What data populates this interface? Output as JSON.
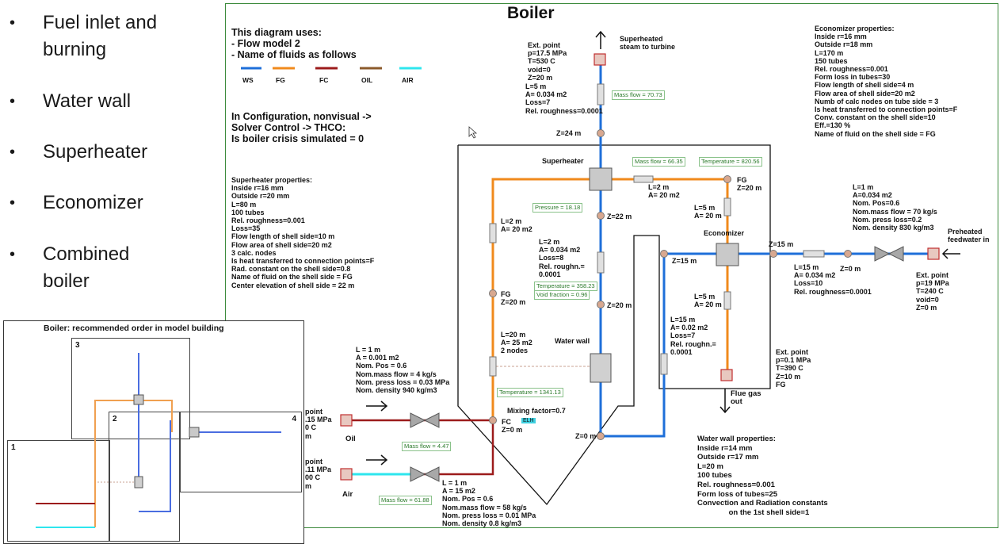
{
  "bullets": [
    "Fuel inlet and\nburning",
    "Water wall",
    "Superheater",
    "Economizer",
    "Combined\nboiler"
  ],
  "title": "Boiler",
  "usage_note": "This diagram uses:\n- Flow model 2\n- Name of fluids as follows",
  "legend": [
    {
      "label": "WS",
      "color": "#1e6fd9"
    },
    {
      "label": "FG",
      "color": "#f08a1c"
    },
    {
      "label": "FC",
      "color": "#9c1b1b"
    },
    {
      "label": "OIL",
      "color": "#8b5a2b"
    },
    {
      "label": "AIR",
      "color": "#2ee6ee"
    }
  ],
  "config_note": "In Configuration, nonvisual ->\nSolver Control -> THCO:\nIs boiler crisis simulated = 0",
  "superheater_props": "Superheater properties:\nInside r=16 mm\nOutside r=20 mm\nL=80 m\n100 tubes\nRel. roughness=0.001\nLoss=35\nFlow length of shell side=10 m\nFlow area of shell side=20 m2\n3 calc. nodes\nIs heat transferred to connection points=F\nRad. constant on the shell side=0.8\nName of fluid on the shell side = FG\nCenter elevation of shell side = 22 m",
  "economizer_props": "Economizer properties:\nInside r=16 mm\nOutside r=18 mm\nL=170 m\n150 tubes\nRel. roughness=0.001\nForm loss in tubes=30\nFlow length of shell side=4 m\nFlow area of shell side=20 m2\nNumb of calc nodes on tube side = 3\nIs heat transferred to connection points=F\nConv. constant on the shell side=10\nEff.=130 %\nName of fluid on the shell side = FG",
  "waterwall_props": "Water wall properties:\nInside r=14 mm\nOutside r=17 mm\nL=20 m\n100 tubes\nRel. roughness=0.001\nForm loss of tubes=25\nConvection and Radiation constants\n               on the 1st shell side=1",
  "labels": {
    "ext_top": "Ext. point\np=17.5 MPa\nT=530 C\nvoid=0\nZ=20 m",
    "steam_out": "Superheated\nsteam to turbine",
    "pipe_top": "L=5 m\nA= 0.034 m2\nLoss=7\nRel. roughness=0.0001",
    "z24": "Z=24 m",
    "superheater": "Superheater",
    "pipe_sh_fg": "L=2 m\nA= 20 m2",
    "fg_node": "FG\nZ=20 m",
    "pipe_fg_down": "L=5 m\nA= 20 m",
    "economizer": "Economizer",
    "z15_right": "Z=15 m",
    "z15_left": "Z=15 m",
    "z0_feed": "Z=0 m",
    "pipe_feed": "L=15 m\nA= 0.034 m2\nLoss=10\nRel. roughness=0.0001",
    "valve_feed": "L=1 m\nA=0.034 m2\nNom. Pos=0.6\nNom.mass flow = 70 kg/s\nNom. press loss=0.2\nNom. density 830 kg/m3",
    "preheated": "Preheated\nfeedwater in",
    "ext_feed": "Ext. point\np=19 MPa\nT=240 C\nvoid=0\nZ=0 m",
    "pipe_eco_down": "L=5 m\nA= 20 m",
    "pipe_eco_ww": "L=15 m\nA= 0.02 m2\nLoss=7\nRel. roughn.=\n0.0001",
    "ext_flue": "Ext. point\np=0.1 MPa\nT=390 C\nZ=10 m\nFG",
    "flue_out": "Flue gas\nout",
    "z22": "Z=22 m",
    "pipe_riser": "L=2 m\nA= 0.034 m2\nLoss=8\nRel. roughn.=\n0.0001",
    "z20_mid": "Z=20 m",
    "fg_left": "FG\nZ=20 m",
    "pipe_fg_left": "L=2 m\nA= 20 m2",
    "pipe_ww_fg": "L=20 m\nA= 25 m2\n2 nodes",
    "water_wall": "Water wall",
    "valve_oil": "L = 1 m\nA = 0.001 m2\nNom. Pos = 0.6\nNom.mass flow = 4 kg/s\nNom. press loss = 0.03 MPa\nNom. density 940 kg/m3",
    "mixing": "Mixing factor=0.7",
    "fc": "FC",
    "fc_z": "Z=0 m",
    "z0_bottom": "Z=0 m",
    "oil": "Oil",
    "air": "Air",
    "oil_point": "point\n.15 MPa\n0 C\nm",
    "air_point": "point\n.11 MPa\n00 C\nm",
    "valve_air": "L = 1 m\nA = 15 m2\nNom. Pos = 0.6\nNom.mass flow = 58 kg/s\nNom. press loss = 0.01 MPa\nNom. density 0.8 kg/m3",
    "cyan_tag": "ELH"
  },
  "tags": {
    "mass_flow_top": "Mass flow = 70.73",
    "mass_flow_sh": "Mass flow = 66.35",
    "temperature_sh": "Temperature = 820.56",
    "pressure": "Pressure = 18.18",
    "temperature_ww": "Temperature = 358.23",
    "void_fraction": "Void fraction = 0.96",
    "temperature_fc": "Temperature = 1341.13",
    "mass_flow_oil": "Mass flow = 4.47",
    "mass_flow_air": "Mass flow = 61.88"
  },
  "inset": {
    "title": "Boiler: recommended order in model building",
    "panels": [
      "1",
      "2",
      "3",
      "4"
    ]
  }
}
